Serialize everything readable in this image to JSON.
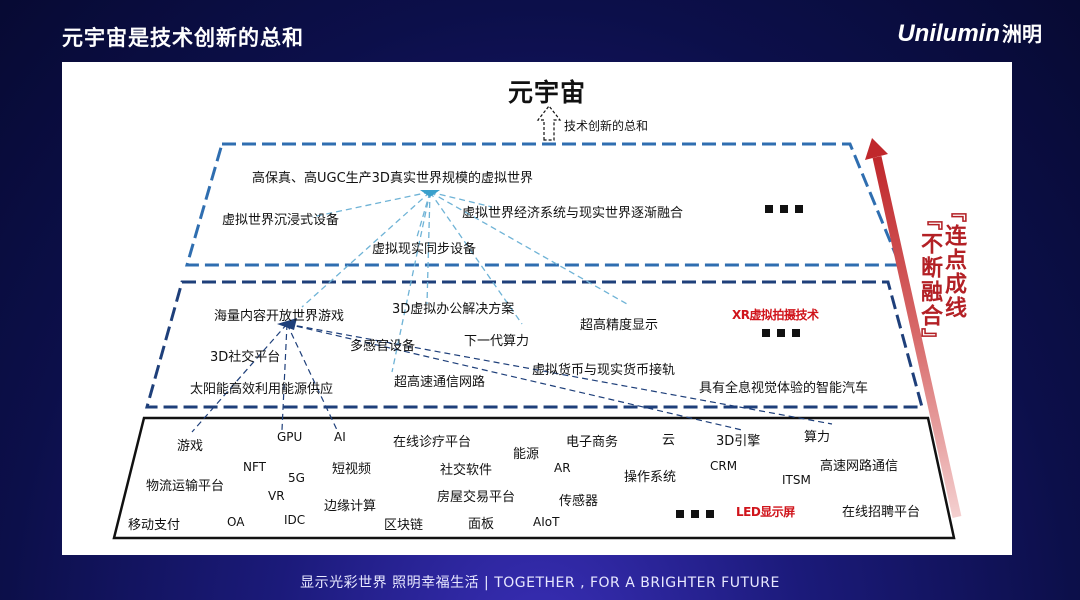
{
  "header": {
    "title": "元宇宙是技术创新的总和"
  },
  "logo": {
    "brand": "Unilumin",
    "brand_cn": "洲明"
  },
  "footer": {
    "slogan": "显示光彩世界 照明幸福生活 | TOGETHER , FOR A BRIGHTER FUTURE"
  },
  "diagram": {
    "apex": {
      "title": "元宇宙",
      "arrow_label": "技术创新的总和"
    },
    "top_layer": {
      "items": [
        "高保真、高UGC生产3D真实世界规模的虚拟世界",
        "虚拟世界沉浸式设备",
        "虚拟世界经济系统与现实世界逐渐融合",
        "虚拟现实同步设备"
      ]
    },
    "middle_layer": {
      "items": [
        "海量内容开放世界游戏",
        "3D虚拟办公解决方案",
        "超高精度显示",
        "XR虚拟拍摄技术",
        "3D社交平台",
        "多感官设备",
        "下一代算力",
        "虚拟货币与现实货币接轨",
        "太阳能高效利用能源供应",
        "超高速通信网路",
        "具有全息视觉体验的智能汽车"
      ]
    },
    "bottom_layer": {
      "items": [
        "游戏",
        "GPU",
        "AI",
        "在线诊疗平台",
        "能源",
        "电子商务",
        "云",
        "3D引擎",
        "算力",
        "NFT",
        "短视频",
        "社交软件",
        "AR",
        "操作系统",
        "CRM",
        "高速网路通信",
        "物流运输平台",
        "5G",
        "ITSM",
        "VR",
        "边缘计算",
        "房屋交易平台",
        "传感器",
        "移动支付",
        "OA",
        "IDC",
        "区块链",
        "面板",
        "AIoT",
        "LED显示屏",
        "在线招聘平台"
      ]
    },
    "side_label": {
      "col1": "『连点成线",
      "col2": "『不断融合』"
    },
    "colors": {
      "accent_red": "#d0141b",
      "dashed_blue": "#2f6eb0",
      "dark_blue": "#1e3f7a"
    }
  }
}
